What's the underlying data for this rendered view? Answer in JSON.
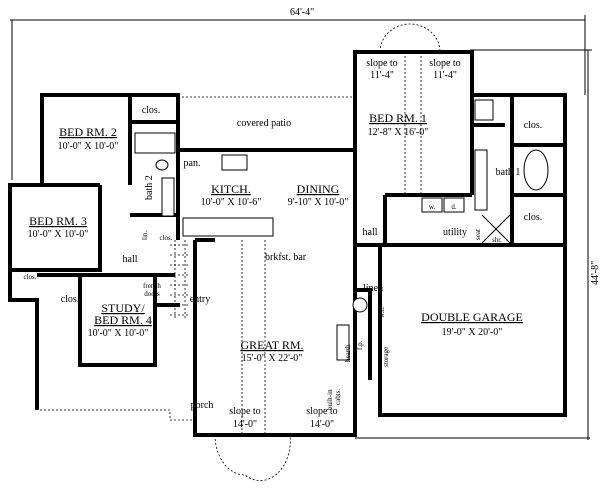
{
  "overall_dimensions": {
    "width": "64'-4\"",
    "depth": "44'-8\""
  },
  "rooms": [
    {
      "name": "BED RM. 1",
      "size": "12'-8\" X 16'-0\""
    },
    {
      "name": "BED RM. 2",
      "size": "10'-0\" X 10'-0\""
    },
    {
      "name": "BED RM. 3",
      "size": "10'-0\" X 10'-0\""
    },
    {
      "name": "STUDY/",
      "name2": "BED RM. 4",
      "size": "10'-0\" X 10'-0\""
    },
    {
      "name": "KITCH.",
      "size": "10'-0\" X 10'-6\""
    },
    {
      "name": "DINING",
      "size": "9'-10\" X 10'-0\""
    },
    {
      "name": "GREAT RM.",
      "size": "15'-0\" X 22'-0\""
    },
    {
      "name": "DOUBLE GARAGE",
      "size": "19'-0\" X 20'-0\""
    }
  ],
  "labels": {
    "covered_patio": "covered patio",
    "clos": "clos.",
    "pan": "pan.",
    "bath2": "bath 2",
    "bath1": "bath 1",
    "lin": "lin.",
    "hall": "hall",
    "utility": "utility",
    "w": "w.",
    "d": "d.",
    "seat": "seat",
    "shr": "shr.",
    "linen": "linen",
    "wh": "w.h.",
    "storage": "storage",
    "hearth": "hearth",
    "fp": "f.p.",
    "builtin": "built-in",
    "cabts": "cabts.",
    "brkfst": "brkfst. bar",
    "french": "french",
    "doors": "doors",
    "entry": "entry",
    "porch": "porch",
    "slope_to": "slope to",
    "slope_11": "11'-4\"",
    "slope_14": "14'-0\""
  }
}
